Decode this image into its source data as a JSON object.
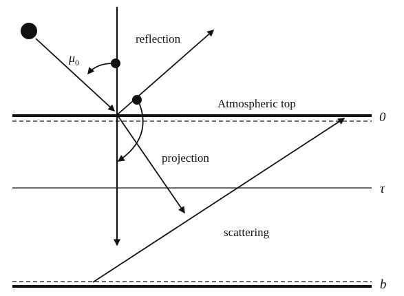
{
  "labels": {
    "reflection": "reflection",
    "atmospheric_top": "Atmospheric top",
    "projection": "projection",
    "scattering": "scattering",
    "angle_symbol": "μ",
    "angle_subscript": "0"
  },
  "levels": {
    "top": "0",
    "middle": "τ",
    "bottom": "b"
  },
  "colors": {
    "ink": "#111111",
    "background": "#ffffff"
  }
}
